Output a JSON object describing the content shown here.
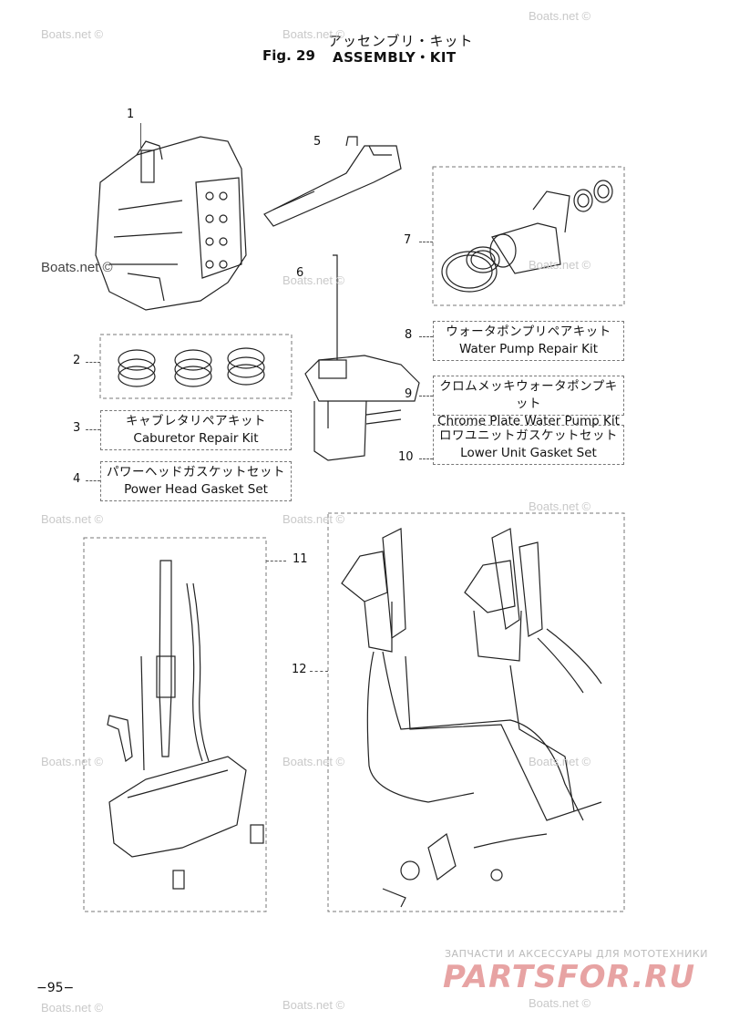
{
  "header": {
    "title_jp": "アッセンブリ・キット",
    "fig_no": "Fig. 29",
    "title_en": "ASSEMBLY・KIT"
  },
  "callouts": [
    "1",
    "2",
    "3",
    "4",
    "5",
    "6",
    "7",
    "8",
    "9",
    "10",
    "11",
    "12"
  ],
  "kits": {
    "k8": {
      "jp": "ウォータポンプリペアキット",
      "en": "Water Pump Repair Kit"
    },
    "k9": {
      "jp": "クロムメッキウォータポンプキット",
      "en": "Chrome Plate Water Pump Kit"
    },
    "k10": {
      "jp": "ロワユニットガスケットセット",
      "en": "Lower Unit Gasket Set"
    },
    "k3": {
      "jp": "キャブレタリペアキット",
      "en": "Caburetor Repair Kit"
    },
    "k4": {
      "jp": "パワーヘッドガスケットセット",
      "en": "Power Head Gasket Set"
    }
  },
  "watermark": "Boats.net ©",
  "page_number": "−95−",
  "shop": {
    "tagline": "ЗАПЧАСТИ И АКСЕССУАРЫ ДЛЯ МОТОТЕХНИКИ",
    "logo": "PARTSFOR.RU"
  }
}
